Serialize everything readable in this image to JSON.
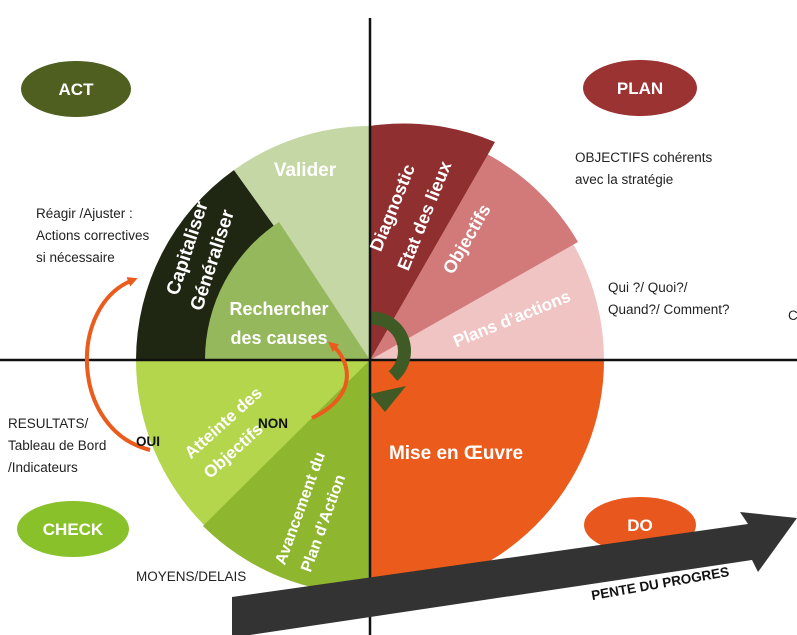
{
  "colors": {
    "act_pill": "#4e5f1f",
    "plan_pill": "#9c3333",
    "check_pill": "#88c12a",
    "do_pill": "#e8581e",
    "act_outer_dark": "#1f2713",
    "act_top_light": "#c6d7a6",
    "act_inner": "#95b85c",
    "plan_dark": "#8f2f2f",
    "plan_mid": "#d27a7a",
    "plan_light": "#f1c4c4",
    "check_main": "#b4d64d",
    "check_sub": "#8eb62f",
    "do_main": "#ea5b1c",
    "center_arrow": "#3f5a24",
    "orange_arrow": "#ea5b1c",
    "axis": "#111111",
    "progress_arrow": "#333333"
  },
  "pills": {
    "act": "ACT",
    "plan": "PLAN",
    "check": "CHECK",
    "do": "DO"
  },
  "segments": {
    "valider": "Valider",
    "capitaliser": "Capitaliser",
    "generaliser": "Généraliser",
    "rechercher_1": "Rechercher",
    "rechercher_2": "des causes",
    "diagnostic": "Diagnostic",
    "etat_des_lieux": "Etat des lieux",
    "objectifs": "Objectifs",
    "plans_actions": "Plans d’actions",
    "atteinte_1": "Atteinte des",
    "atteinte_2": "Objectifs",
    "avancement_1": "Avancement du",
    "avancement_2": "Plan d’Action",
    "mise_en_oeuvre": "Mise en Œuvre"
  },
  "annotations": {
    "reagir_1": "Réagir /Ajuster :",
    "reagir_2": "Actions correctives",
    "reagir_3": "si nécessaire",
    "objectifs_1": "OBJECTIFS cohérents",
    "objectifs_2": "avec la stratégie",
    "qui_1": "Qui ?/ Quoi?/",
    "qui_2": "Quand?/ Comment?",
    "resultats_1": "RESULTATS/",
    "resultats_2": "Tableau de Bord",
    "resultats_3": "/Indicateurs",
    "oui": "OUI",
    "non": "NON",
    "moyens": "MOYENS/DELAIS",
    "pente": "PENTE DU PROGRES",
    "edge_c": "C"
  }
}
